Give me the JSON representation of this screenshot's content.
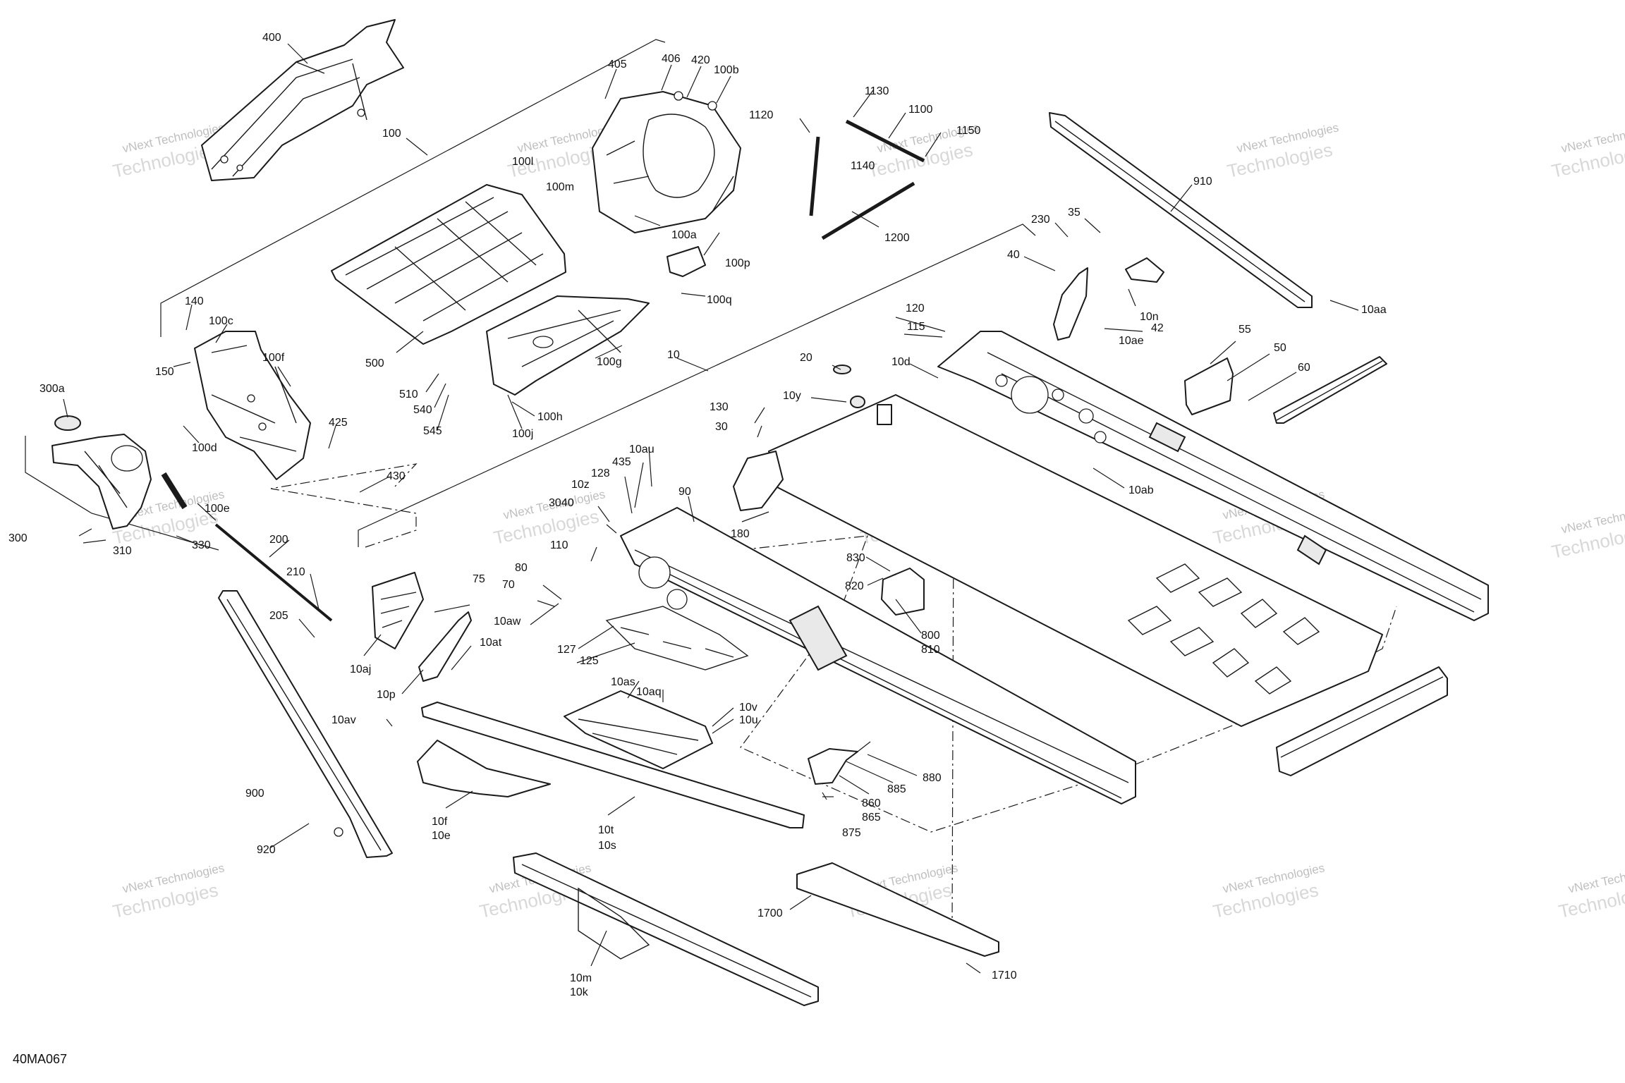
{
  "figure_id": "40MA067",
  "watermark": {
    "line1": "vNext Technologies",
    "line2": "Technologies"
  },
  "labels": [
    {
      "text": "400"
    },
    {
      "text": "100"
    },
    {
      "text": "405"
    },
    {
      "text": "406"
    },
    {
      "text": "420"
    },
    {
      "text": "100b"
    },
    {
      "text": "100l"
    },
    {
      "text": "100m"
    },
    {
      "text": "100a"
    },
    {
      "text": "100p"
    },
    {
      "text": "100q"
    },
    {
      "text": "1120"
    },
    {
      "text": "1130"
    },
    {
      "text": "1100"
    },
    {
      "text": "1140"
    },
    {
      "text": "1150"
    },
    {
      "text": "1200"
    },
    {
      "text": "910"
    },
    {
      "text": "230"
    },
    {
      "text": "35"
    },
    {
      "text": "40"
    },
    {
      "text": "10n"
    },
    {
      "text": "42"
    },
    {
      "text": "10ae"
    },
    {
      "text": "10aa"
    },
    {
      "text": "55"
    },
    {
      "text": "50"
    },
    {
      "text": "60"
    },
    {
      "text": "140"
    },
    {
      "text": "100c"
    },
    {
      "text": "150"
    },
    {
      "text": "100f"
    },
    {
      "text": "500"
    },
    {
      "text": "510"
    },
    {
      "text": "540"
    },
    {
      "text": "545"
    },
    {
      "text": "100g"
    },
    {
      "text": "100h"
    },
    {
      "text": "100j"
    },
    {
      "text": "10"
    },
    {
      "text": "120"
    },
    {
      "text": "115"
    },
    {
      "text": "20"
    },
    {
      "text": "10d"
    },
    {
      "text": "10y"
    },
    {
      "text": "300a"
    },
    {
      "text": "100d"
    },
    {
      "text": "425"
    },
    {
      "text": "430"
    },
    {
      "text": "100e"
    },
    {
      "text": "130"
    },
    {
      "text": "30"
    },
    {
      "text": "10ab"
    },
    {
      "text": "10au"
    },
    {
      "text": "435"
    },
    {
      "text": "128"
    },
    {
      "text": "10z"
    },
    {
      "text": "3040"
    },
    {
      "text": "90"
    },
    {
      "text": "110"
    },
    {
      "text": "180"
    },
    {
      "text": "300"
    },
    {
      "text": "310"
    },
    {
      "text": "330"
    },
    {
      "text": "200"
    },
    {
      "text": "210"
    },
    {
      "text": "205"
    },
    {
      "text": "830"
    },
    {
      "text": "820"
    },
    {
      "text": "80"
    },
    {
      "text": "70"
    },
    {
      "text": "75"
    },
    {
      "text": "10aw"
    },
    {
      "text": "800"
    },
    {
      "text": "810"
    },
    {
      "text": "10aj"
    },
    {
      "text": "10at"
    },
    {
      "text": "127"
    },
    {
      "text": "125"
    },
    {
      "text": "10p"
    },
    {
      "text": "10as"
    },
    {
      "text": "10aq"
    },
    {
      "text": "10v"
    },
    {
      "text": "10u"
    },
    {
      "text": "10av"
    },
    {
      "text": "880"
    },
    {
      "text": "900"
    },
    {
      "text": "885"
    },
    {
      "text": "860"
    },
    {
      "text": "865"
    },
    {
      "text": "875"
    },
    {
      "text": "10f"
    },
    {
      "text": "10e"
    },
    {
      "text": "10t"
    },
    {
      "text": "10s"
    },
    {
      "text": "920"
    },
    {
      "text": "1700"
    },
    {
      "text": "10m"
    },
    {
      "text": "10k"
    },
    {
      "text": "1710"
    }
  ]
}
